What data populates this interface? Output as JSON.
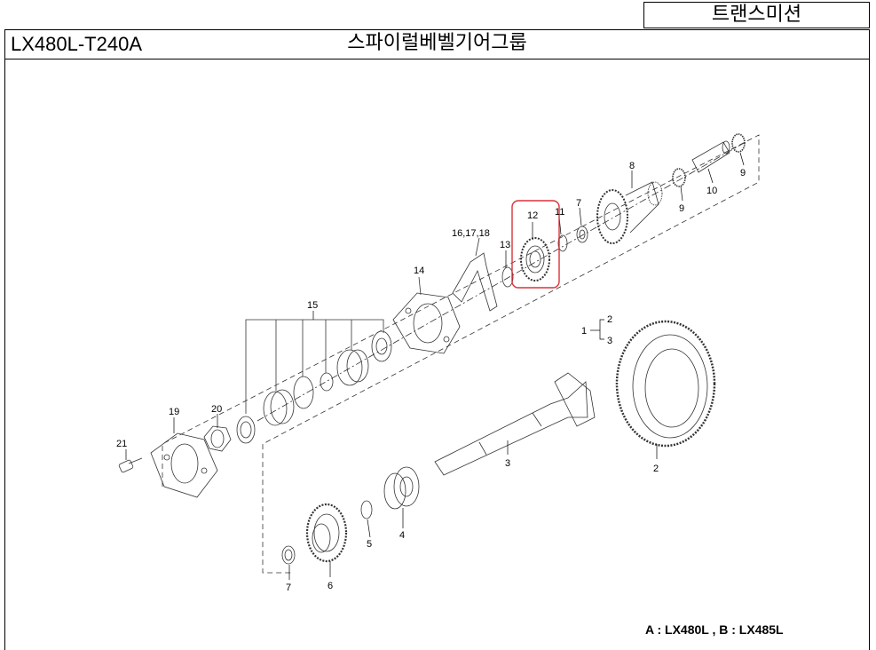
{
  "header": {
    "category": "트랜스미션",
    "model": "LX480L-T240A",
    "group_title": "스파이럴베벨기어그룹"
  },
  "callouts": {
    "p1": "1",
    "p2": "2",
    "p3": "3",
    "p4": "4",
    "p5": "5",
    "p6": "6",
    "p7a": "7",
    "p7b": "7",
    "p8": "8",
    "p9a": "9",
    "p9b": "9",
    "p10": "10",
    "p11": "11",
    "p12": "12",
    "p13": "13",
    "p14": "14",
    "p15": "15",
    "p161718": "16,17,18",
    "p19": "19",
    "p20": "20",
    "p21": "21",
    "legend2": "2",
    "legend3": "3"
  },
  "highlight_color": "#d9323a",
  "footnote": "A : LX480L , B : LX485L"
}
